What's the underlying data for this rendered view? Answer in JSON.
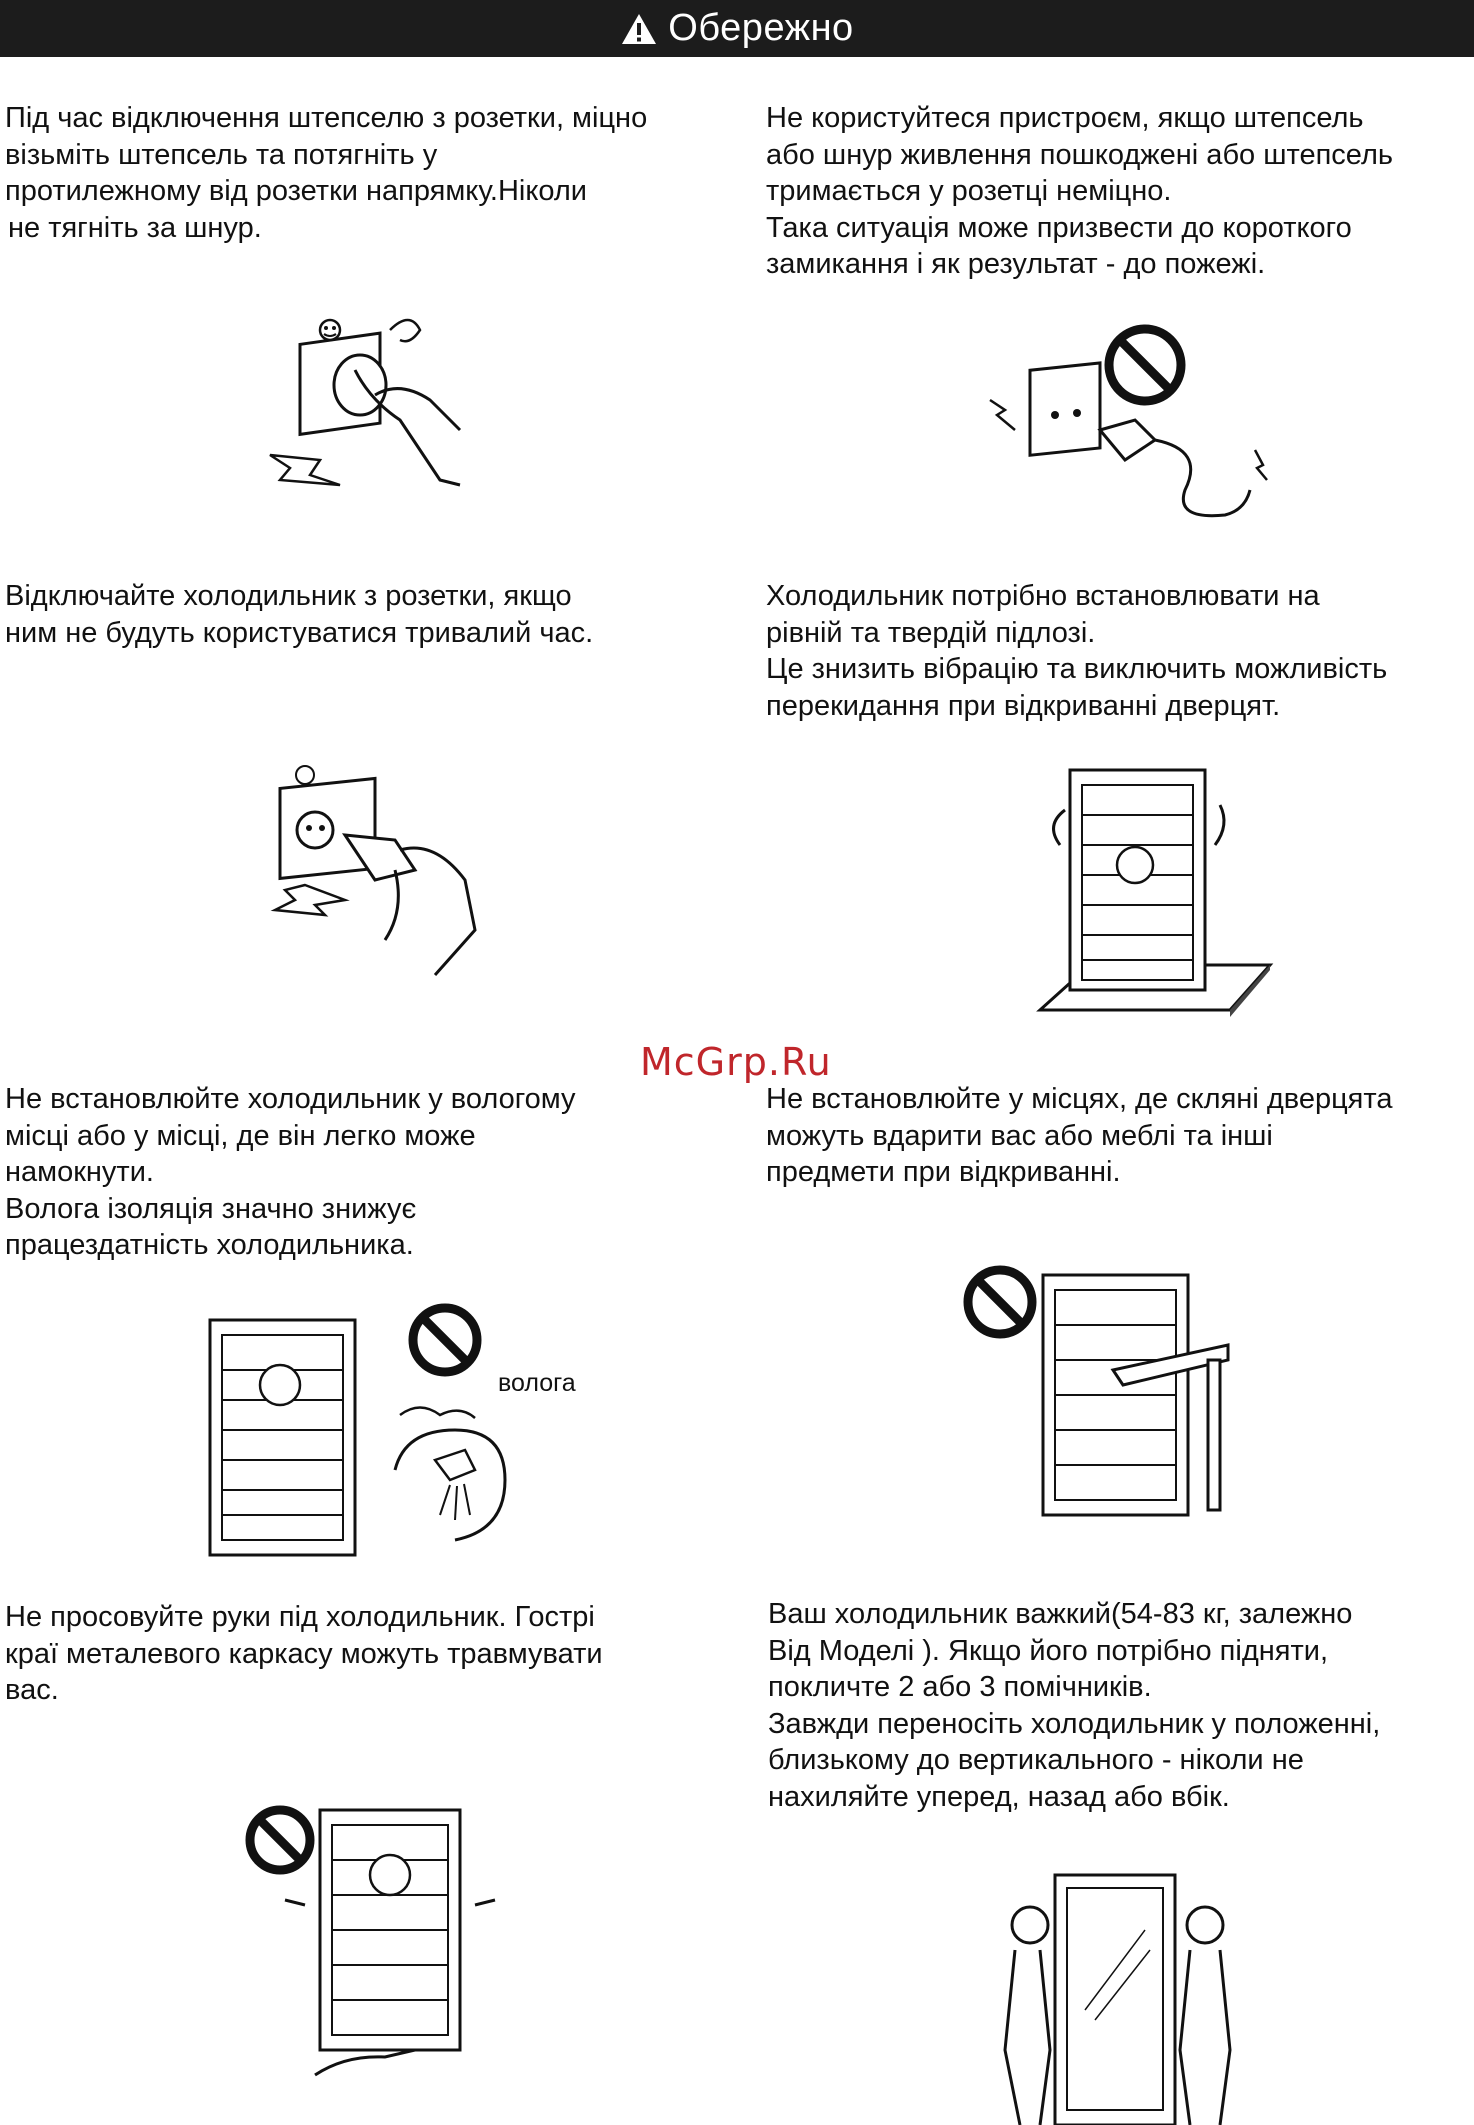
{
  "header": {
    "title": "Обережно",
    "icon": "warning-triangle-icon",
    "background": "#1c1c1c"
  },
  "watermark": "McGrp.Ru",
  "sections": [
    {
      "lines": [
        "Під час відключення штепселю з розетки, міцно",
        "візьміть штепсель та потягніть у",
        "протилежному від розетки напрямку.Ніколи",
        "не тягніть за шнур."
      ]
    },
    {
      "lines": [
        "Не користуйтеся пристроєм, якщо штепсель",
        "або шнур живлення пошкоджені або штепсель",
        "тримається у розетці неміцно.",
        "Така ситуація може призвести до короткого",
        "замикання і як результат - до пожежі."
      ]
    },
    {
      "lines": [
        "Відключайте холодильник з розетки, якщо",
        "ним не будуть користуватися тривалий час."
      ]
    },
    {
      "lines": [
        "Холодильник потрібно встановлювати на",
        "рівній та твердій підлозі.",
        "Це знизить вібрацію та виключить можливість",
        "перекидання при відкриванні дверцят."
      ]
    },
    {
      "lines": [
        "Не встановлюйте холодильник у вологому",
        "місці або у місці, де він легко може",
        "намокнути.",
        "Волога ізоляція значно знижує",
        "працездатність холодильника."
      ],
      "caption": "волога"
    },
    {
      "lines": [
        "Не встановлюйте у місцях, де скляні дверцята",
        "можуть вдарити вас або меблі та інші",
        "предмети при відкриванні."
      ]
    },
    {
      "lines": [
        "Не просовуйте руки під холодильник. Гострі",
        "краї металевого каркасу можуть травмувати",
        "вас."
      ]
    },
    {
      "lines": [
        "Ваш холодильник важкий(54-83  кг, залежно",
        "Від Моделі ).  Якщо його потрібно підняти,",
        "покличте 2 або 3 помічників.",
        "Завжди переносіть холодильник у положенні,",
        "близькому до вертикального - ніколи не",
        "нахиляйте уперед, назад або вбік."
      ]
    }
  ]
}
